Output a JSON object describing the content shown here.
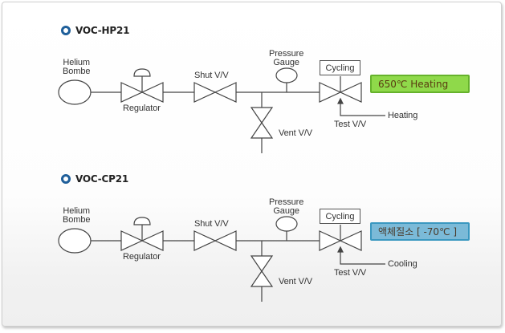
{
  "sections": [
    {
      "title": "VOC-HP21",
      "labels": {
        "source": "Helium\nBombe",
        "source_line1": "Helium",
        "source_line2": "Bombe",
        "regulator": "Regulator",
        "shut_valve": "Shut V/V",
        "gauge_line1": "Pressure",
        "gauge_line2": "Gauge",
        "vent_valve": "Vent V/V",
        "cycling": "Cycling",
        "test_valve": "Test V/V",
        "mode": "Heating"
      },
      "status": {
        "text": "650℃ Heating",
        "fill": "#8fd94a",
        "border": "#66b22c",
        "text_color": "#5a3a10"
      }
    },
    {
      "title": "VOC-CP21",
      "labels": {
        "source_line1": "Helium",
        "source_line2": "Bombe",
        "regulator": "Regulator",
        "shut_valve": "Shut V/V",
        "gauge_line1": "Pressure",
        "gauge_line2": "Gauge",
        "vent_valve": "Vent V/V",
        "cycling": "Cycling",
        "test_valve": "Test V/V",
        "mode": "Cooling"
      },
      "status": {
        "text": "액체질소 [ -70℃ ]",
        "fill": "#7bbad8",
        "border": "#3a98c0",
        "text_color": "#4a3a2a"
      }
    }
  ],
  "colors": {
    "bullet": "#1f5f9a",
    "line": "#444444"
  }
}
